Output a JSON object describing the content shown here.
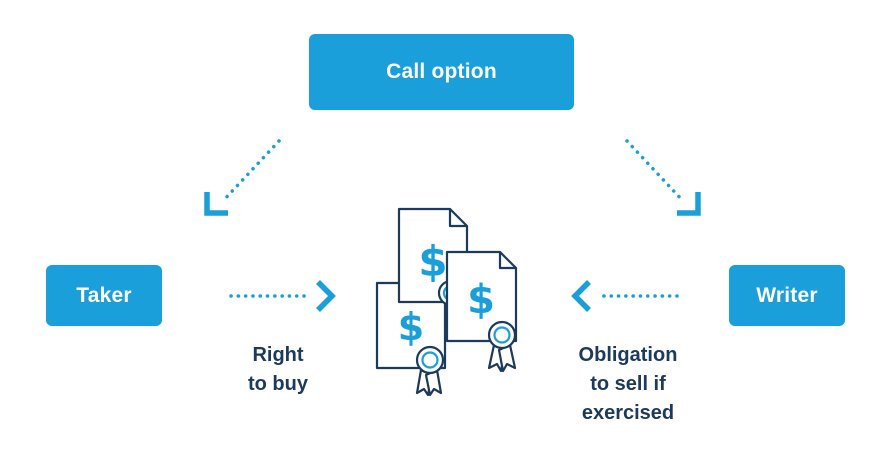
{
  "diagram": {
    "top_box": {
      "label": "Call option"
    },
    "left_box": {
      "label": "Taker"
    },
    "right_box": {
      "label": "Writer"
    },
    "left_caption": {
      "lines": [
        "Right",
        "to buy"
      ]
    },
    "right_caption": {
      "lines": [
        "Obligation",
        "to sell if",
        "exercised"
      ]
    },
    "center_icon": "dollar-certificates-icon",
    "colors": {
      "box_fill": "#1a9fda",
      "box_text": "#ffffff",
      "arrow": "#1a9fda",
      "caption_text": "#1b3a5c",
      "icon_stroke": "#1b3a5c",
      "icon_accent": "#1a9fda"
    }
  }
}
